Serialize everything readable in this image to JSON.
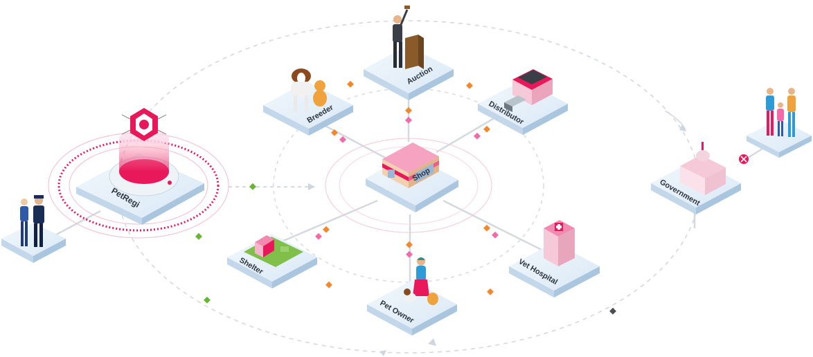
{
  "nodes": {
    "petregi": {
      "label": "PetRegi"
    },
    "shop": {
      "label": "Shop"
    },
    "auction": {
      "label": "Auction"
    },
    "breeder": {
      "label": "Breeder"
    },
    "distributor": {
      "label": "Distributor"
    },
    "shelter": {
      "label": "Shelter"
    },
    "vet_hospital": {
      "label": "Vet Hospital"
    },
    "pet_owner": {
      "label": "Pet Owner"
    },
    "government": {
      "label": "Government"
    }
  },
  "colors": {
    "accent": "#e8185a",
    "orange_marker": "#f0892e",
    "pink_marker": "#f26aa8",
    "green_marker": "#68b531",
    "dark_marker": "#4a4f55",
    "tile_top": "#e6f0f9",
    "tile_side": "#c3d7ea",
    "connector": "#d3d9df"
  }
}
